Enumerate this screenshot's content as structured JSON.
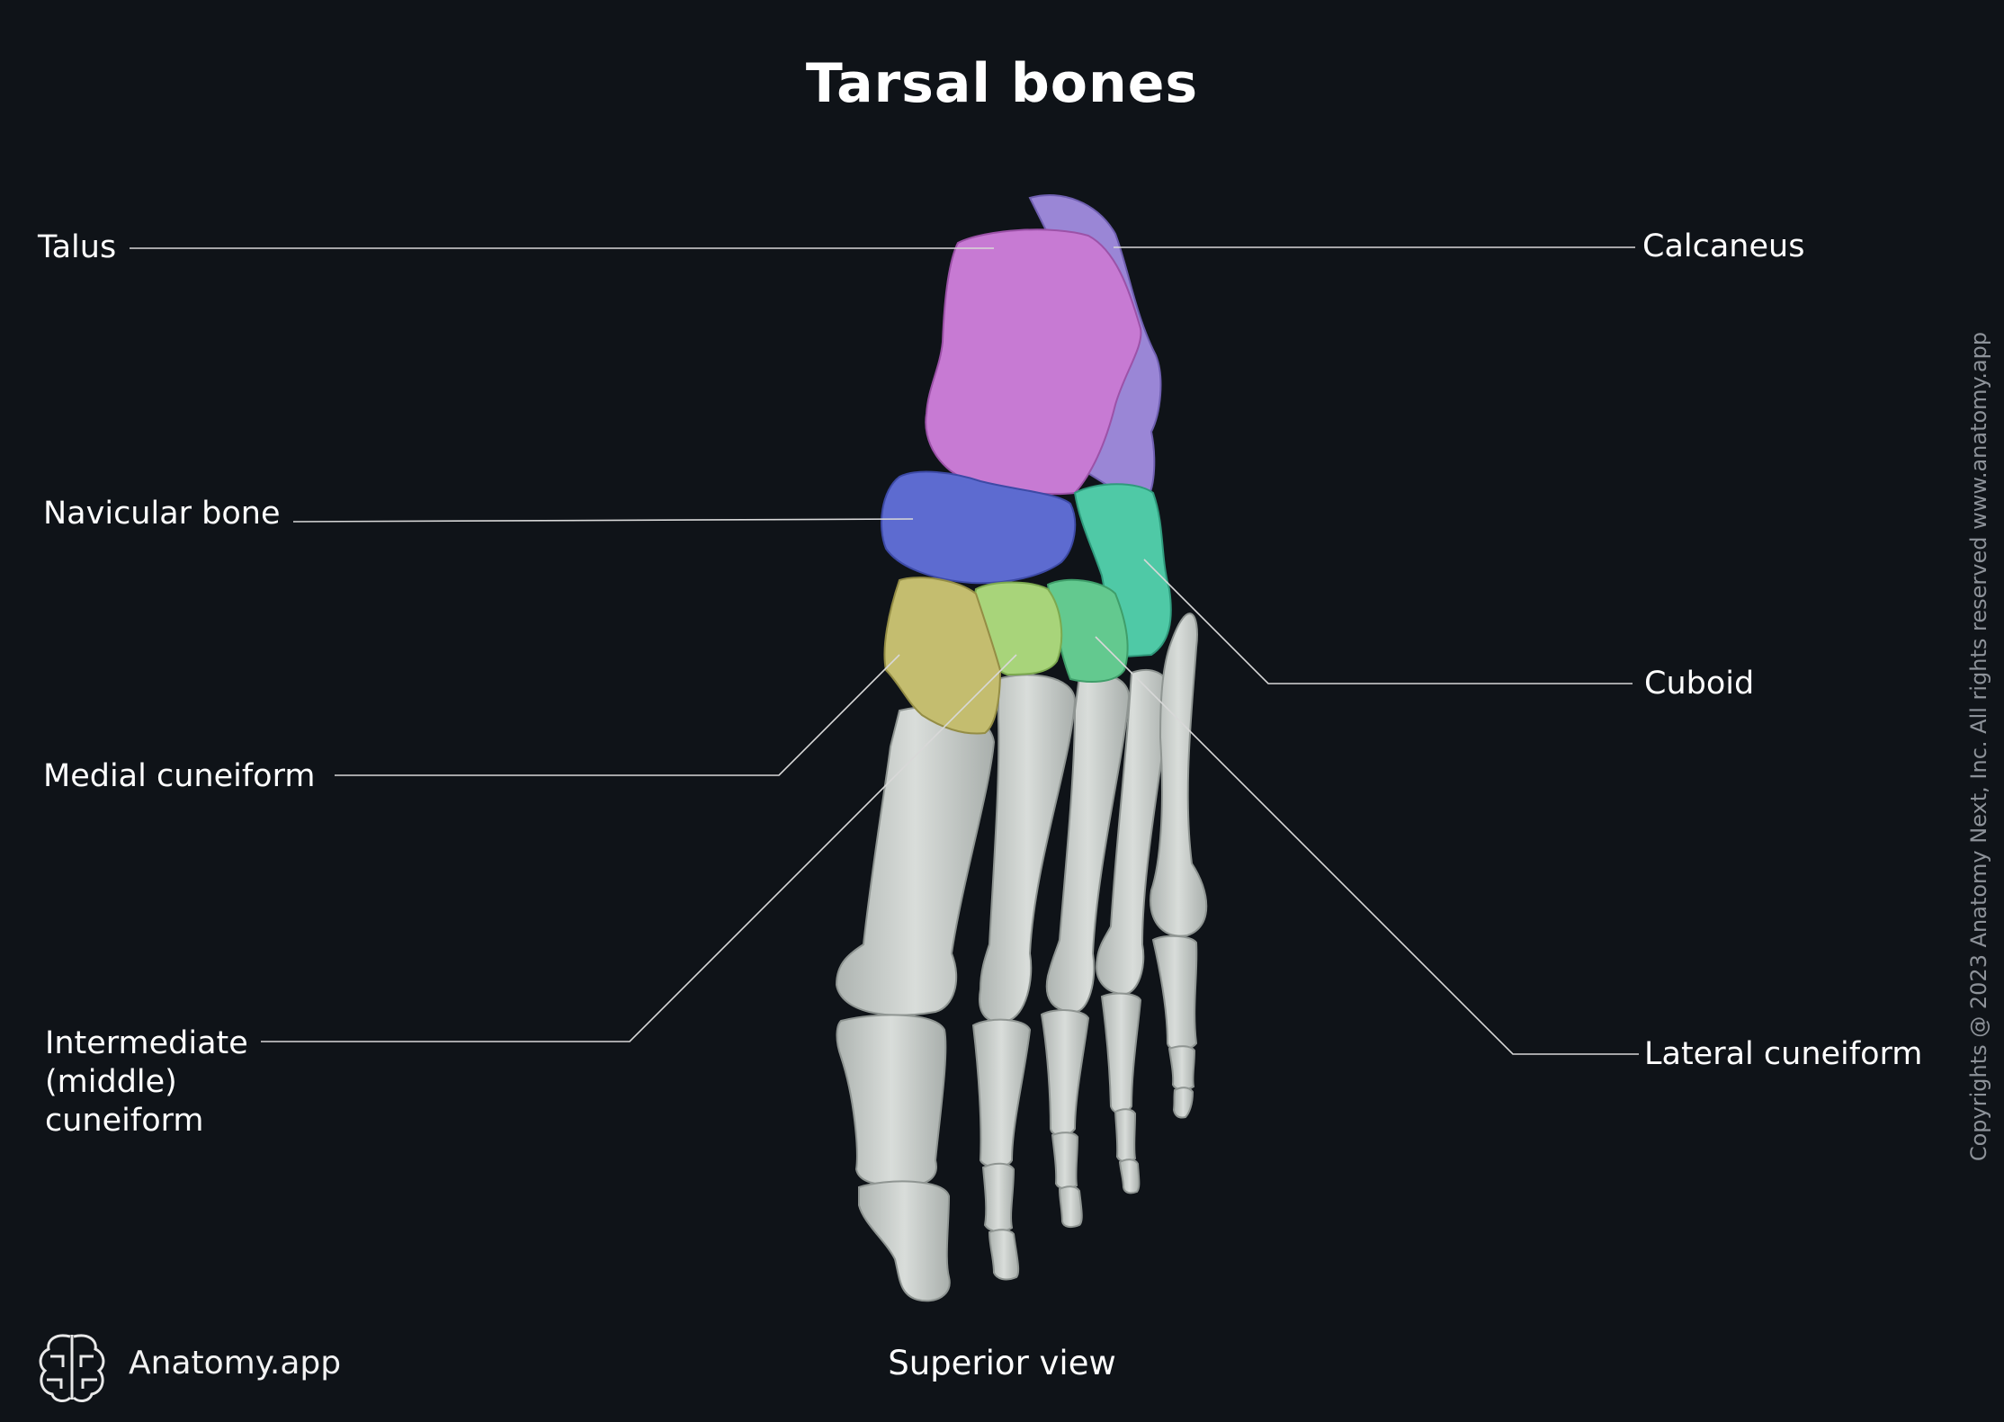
{
  "title": "Tarsal bones",
  "view": "Superior view",
  "brand": "Anatomy.app",
  "copyright": "Copyrights @ 2023 Anatomy Next, Inc. All rights reserved www.anatomy.app",
  "labels": {
    "talus": "Talus",
    "calcaneus": "Calcaneus",
    "navicular": "Navicular bone",
    "cuboid": "Cuboid",
    "medial_cuneiform": "Medial cuneiform",
    "intermediate_l1": "Intermediate",
    "intermediate_l2": "(middle)",
    "intermediate_l3": "cuneiform",
    "lateral_cuneiform": "Lateral cuneiform"
  },
  "colors": {
    "background": "#0f1318",
    "bone": "#cfd4d1",
    "talus": "#c77ad3",
    "calcaneus": "#9a86d6",
    "navicular": "#5d6bd0",
    "cuboid": "#4fc9a6",
    "medial_cuneiform": "#c4bd6f",
    "intermediate_cuneiform": "#a8d47a",
    "lateral_cuneiform": "#63c98f",
    "leader": "#d8d8d8"
  }
}
